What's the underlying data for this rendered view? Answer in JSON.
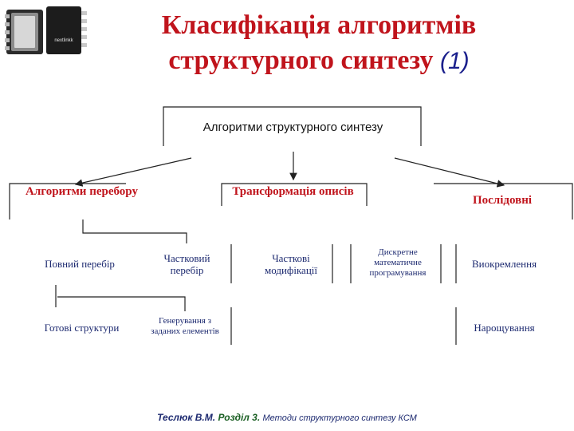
{
  "title": {
    "line1": "Класифікація алгоритмів",
    "line2_text": "структурного синтезу",
    "line2_num": "(1)"
  },
  "logo": {
    "chip_label": "nextlinkk"
  },
  "diagram": {
    "root": "Алгоритми структурного синтезу",
    "groups": {
      "enumeration": "Алгоритми перебору",
      "transformation": "Трансформація описів",
      "sequential": "Послідовні"
    },
    "leaves": {
      "full_enum": "Повний перебір",
      "partial_enum": "Частковий перебір",
      "ready_structures": "Готові структури",
      "generation": "Генерування з заданих елементів",
      "partial_mod": "Часткові модифікації",
      "discrete_math": "Дискретне математичне програмування",
      "isolation": "Виокремлення",
      "growing": "Нарощування"
    }
  },
  "footer": {
    "author": "Теслюк В.М.",
    "section": "Розділ 3.",
    "topic": "Методи структурного синтезу КСМ"
  },
  "colors": {
    "title": "#c0141c",
    "node_text": "#1d2a70",
    "lines": "#222222"
  }
}
